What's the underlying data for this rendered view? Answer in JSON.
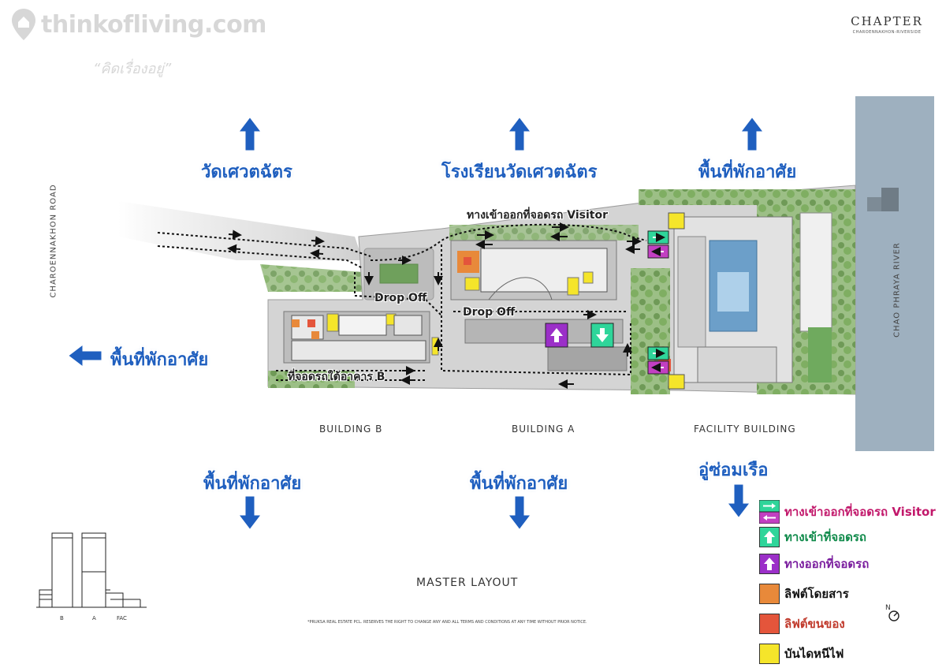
{
  "watermark": {
    "site": "thinkofliving.com",
    "tagline": "“คิดเรื่องอยู่”"
  },
  "brand": {
    "name": "CHAPTER",
    "sub": "CHAROENNAKHON-RIVERSIDE"
  },
  "directions": {
    "north_left": "วัดเศวตฉัตร",
    "north_center": "โรงเรียนวัดเศวตฉัตร",
    "north_right": "พื้นที่พักอาศัย",
    "west": "พื้นที่พักอาศัย",
    "south_left": "พื้นที่พักอาศัย",
    "south_center": "พื้นที่พักอาศัย",
    "south_right": "อู่ซ่อมเรือ"
  },
  "roads": {
    "west_road": "CHAROENNAKHON ROAD",
    "river": "CHAO PHRAYA RIVER"
  },
  "map_labels": {
    "visitor_route": "ทางเข้าออกที่จอดรถ Visitor",
    "drop_off_1": "Drop Off",
    "drop_off_2": "Drop Off",
    "parking_b": "ที่จอดรถใต้อาคาร B"
  },
  "buildings": {
    "b": "BUILDING B",
    "a": "BUILDING A",
    "facility": "FACILITY BUILDING"
  },
  "title": "MASTER LAYOUT",
  "disclaimer": "*PRUKSA REAL ESTATE PCL. RESERVES THE RIGHT TO CHANGE ANY AND ALL TERMS AND CONDITIONS AT ANY TIME WITHOUT PRIOR NOTICE.",
  "elevation": {
    "labels": [
      "B",
      "A",
      "FAC"
    ]
  },
  "compass": {
    "label": "N"
  },
  "legend": [
    {
      "label": "ทางเข้าออกที่จอดรถ Visitor",
      "swatch_color": "#c23fc2",
      "text_color": "#c2186b",
      "icon": "two-way-arrows-icon"
    },
    {
      "label": "ทางเข้าที่จอดรถ",
      "swatch_color": "#2fd59a",
      "text_color": "#0f8a4a",
      "icon": "up-arrow-icon"
    },
    {
      "label": "ทางออกที่จอดรถ",
      "swatch_color": "#9b2fc8",
      "text_color": "#7a1d9e",
      "icon": "up-arrow-icon"
    },
    {
      "label": "ลิฟต์โดยสาร",
      "swatch_color": "#e8893a",
      "text_color": "#111111",
      "icon": ""
    },
    {
      "label": "ลิฟต์ขนของ",
      "swatch_color": "#e4553b",
      "text_color": "#c0392b",
      "icon": ""
    },
    {
      "label": "บันไดหนีไฟ",
      "swatch_color": "#f5e52a",
      "text_color": "#111111",
      "icon": ""
    }
  ],
  "colors": {
    "direction_blue": "#1f5fbf",
    "river": "#9eb0bf",
    "landscape_green": "#7fa86a",
    "road_gray": "#c9c9c9",
    "building_gray": "#8d8d8d"
  }
}
